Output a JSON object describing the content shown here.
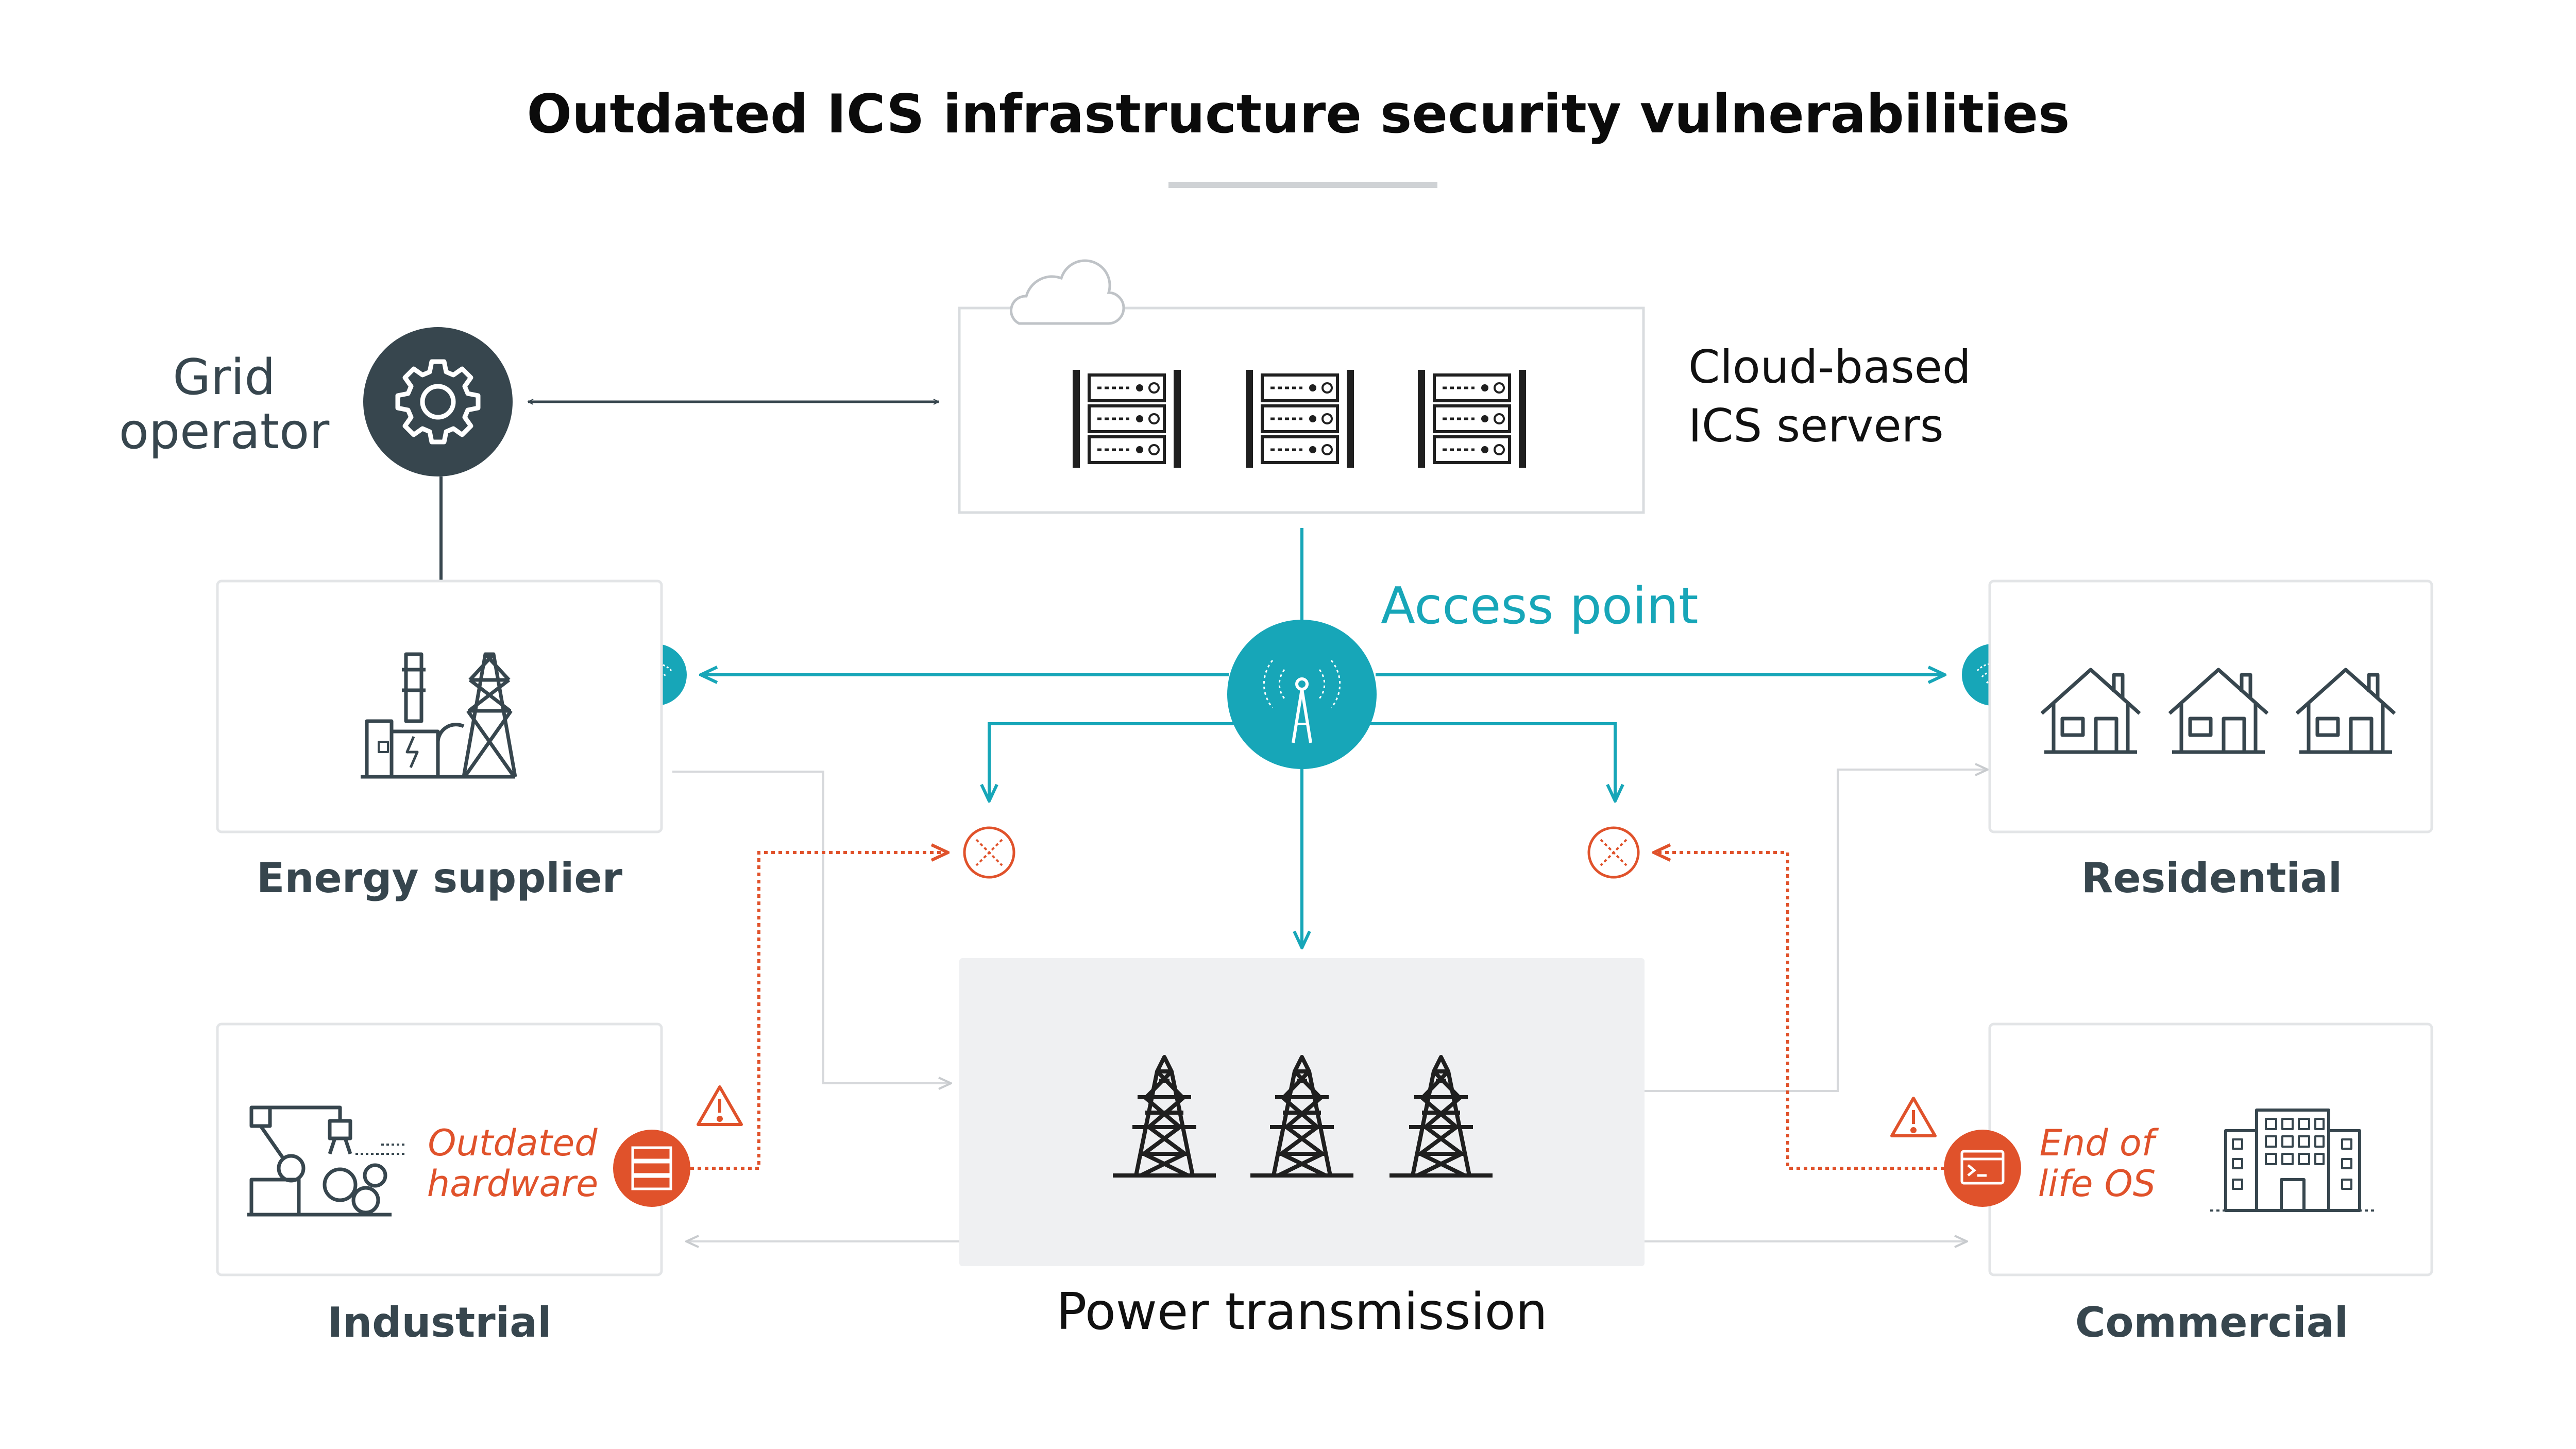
{
  "title": "Outdated ICS infrastructure security vulnerabilities",
  "nodes": {
    "grid_operator": {
      "line1": "Grid",
      "line2": "operator"
    },
    "cloud_servers": {
      "line1": "Cloud-based",
      "line2": "ICS servers"
    },
    "access_point": {
      "label": "Access point"
    },
    "energy_supplier": {
      "label": "Energy supplier"
    },
    "residential": {
      "label": "Residential"
    },
    "industrial": {
      "label": "Industrial"
    },
    "commercial": {
      "label": "Commercial"
    },
    "power_transmission": {
      "label": "Power transmission"
    }
  },
  "vulnerabilities": {
    "industrial": {
      "line1": "Outdated",
      "line2": "hardware"
    },
    "commercial": {
      "line1": "End of",
      "line2": "life OS"
    }
  },
  "icons": {
    "grid_operator": "gear-icon",
    "cloud": "cloud-icon",
    "server": "server-rack-icon",
    "access_point": "antenna-icon",
    "wifi": "wifi-icon",
    "energy_supplier": "power-plant-icon",
    "house": "house-icon",
    "industrial": "robot-arm-factory-icon",
    "commercial": "office-building-icon",
    "tower": "transmission-tower-icon",
    "warning": "warning-triangle-icon",
    "blocked": "blocked-x-icon",
    "outdated_hardware": "hardware-icon",
    "end_of_life_os": "terminal-window-icon"
  },
  "colors": {
    "teal": "#17a6b8",
    "red": "#e0522b",
    "dark": "#37464e",
    "box_border": "#e3e5e7",
    "panel_fill": "#eff0f2",
    "connector_gray": "#d6d8db"
  }
}
